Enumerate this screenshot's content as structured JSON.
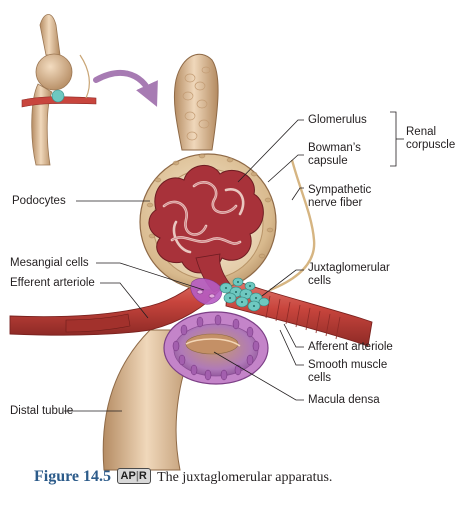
{
  "labels": {
    "glomerulus": "Glomerulus",
    "bowmans_capsule": "Bowman’s\ncapsule",
    "renal_corpuscle": "Renal\ncorpuscle",
    "podocytes": "Podocytes",
    "sympathetic_nerve_fiber": "Sympathetic\nnerve fiber",
    "mesangial_cells": "Mesangial cells",
    "efferent_arteriole": "Efferent arteriole",
    "juxtaglomerular_cells": "Juxtaglomerular\ncells",
    "afferent_arteriole": "Afferent arteriole",
    "smooth_muscle_cells": "Smooth muscle\ncells",
    "macula_densa": "Macula densa",
    "distal_tubule": "Distal tubule"
  },
  "caption": {
    "figure_number": "Figure 14.5",
    "badge_left": "AP",
    "badge_right": "R",
    "text": "The juxtaglomerular apparatus."
  },
  "colors": {
    "tubule": "#d9b48e",
    "capsule": "#d8b98d",
    "arteriole": "#c8453d",
    "glomerulus": "#a8323a",
    "juxtaglomerular_cells": "#6ec8c0",
    "macula_densa": "#b07ab8",
    "mesangial": "#b65cc4",
    "caption_blue": "#2c5b8a"
  }
}
